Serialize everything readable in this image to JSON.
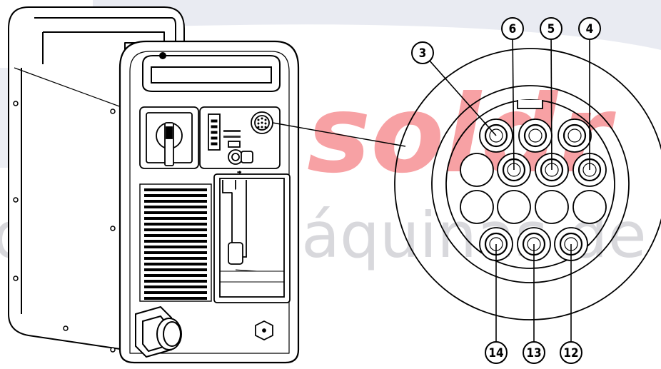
{
  "watermark": {
    "brand": "soldr",
    "tagline": "quel de Máquinas de S",
    "brand_color": "#f2555a",
    "shade_color": "#d9dde6"
  },
  "device": {
    "port_label_line1": "",
    "port_label_line2": "",
    "inlet_label": "→"
  },
  "connector": {
    "pins": [
      {
        "id": "3",
        "label": "3"
      },
      {
        "id": "6",
        "label": "6"
      },
      {
        "id": "5",
        "label": "5"
      },
      {
        "id": "4",
        "label": "4"
      },
      {
        "id": "14",
        "label": "14"
      },
      {
        "id": "13",
        "label": "13"
      },
      {
        "id": "12",
        "label": "12"
      }
    ]
  }
}
